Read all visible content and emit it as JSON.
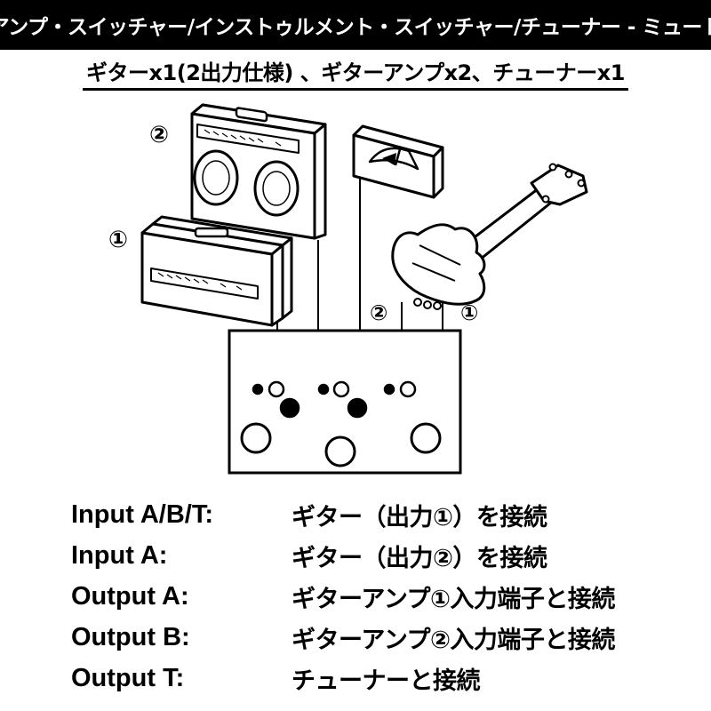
{
  "header": {
    "title": "アンプ・スイッチャー/インストゥルメント・スイッチャー/チューナー - ミュート"
  },
  "subtitle": "ギターx1(2出力仕様) 、ギターアンプx2、チューナーx1",
  "diagram": {
    "amp2_marker": "②",
    "amp1_marker": "①",
    "guitar_out2_marker": "②",
    "guitar_out1_marker": "①"
  },
  "legend": [
    {
      "key": "Input A/B/T:",
      "value": "ギター（出力①）を接続"
    },
    {
      "key": "Input A:",
      "value": "ギター（出力②）を接続"
    },
    {
      "key": "Output A:",
      "value": "ギターアンプ①入力端子と接続"
    },
    {
      "key": "Output B:",
      "value": "ギターアンプ②入力端子と接続"
    },
    {
      "key": "Output T:",
      "value": "チューナーと接続"
    }
  ],
  "colors": {
    "ink": "#000000",
    "paper": "#ffffff"
  },
  "icons": [
    "combo-amp-icon",
    "amp-head-icon",
    "tuner-icon",
    "guitar-icon",
    "footswitch-box-icon"
  ]
}
